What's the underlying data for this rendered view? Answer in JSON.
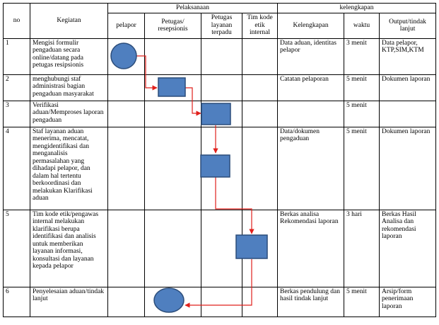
{
  "header": {
    "no": "no",
    "kegiatan": "Kegiatan",
    "pelaksanaan": "Pelaksanaan",
    "kelengkapan_group": "kelengkapan",
    "columns": {
      "pelapor": "pelapor",
      "petugas_resepsionis": "Petugas/ resepsionis",
      "petugas_layanan": "Petugas layanan terpadu",
      "tim_kode": "Tim kode etik internal",
      "kelengkapan": "Kelengkapan",
      "waktu": "waktu",
      "output": "Output/tindak lanjut"
    }
  },
  "rows": [
    {
      "no": "1",
      "kegiatan": "Mengisi formulir pengaduan secara online/datang pada petugas resipsionis",
      "kelengkapan": "Data aduan, identitas pelapor",
      "waktu": "3 menit",
      "output": "Data pelapor, KTP,SIM,KTM"
    },
    {
      "no": "2",
      "kegiatan": "menghubungi staf administrasi bagian pengaduan masyarakat",
      "kelengkapan": "Catatan pelaporan",
      "waktu": "5 menit",
      "output": "Dokumen laporan"
    },
    {
      "no": "3",
      "kegiatan": "Verifikasi aduan/Memproses laporan pengaduan",
      "kelengkapan": "",
      "waktu": "5 menit",
      "output": ""
    },
    {
      "no": "4",
      "kegiatan": "Staf layanan aduan menerima, mencatat, mengidentifikasi dan menganalisis permasalahan yang dihadapi pelapor, dan dalam hal tertentu berkoordinasi dan melakukan Klarifikasi aduan",
      "kelengkapan": "Data/dokumen pengaduan",
      "waktu": "5 menit",
      "output": "Dokumen laporan"
    },
    {
      "no": "5",
      "kegiatan": "Tim kode etik/pengawas internal melakukan klarifikasi berupa identifikasi dan analisis untuk memberikan layanan informasi, konsultasi dan layanan kepada pelapor",
      "kelengkapan": "Berkas analisa Rekomendasi laporan",
      "waktu": "3 hari",
      "output": "Berkas Hasil Analisa dan rekomendasi laporan"
    },
    {
      "no": "6",
      "kegiatan": "Penyelesaian aduan/tindak lanjut",
      "kelengkapan": "Berkas pendulung dan hasil tindak lanjut",
      "waktu": "5 menit",
      "output": "Arsip/form penerimaan laporan"
    }
  ],
  "flow": {
    "shape_color": "#4f7fbf",
    "arrow_color": "#e0201c"
  }
}
